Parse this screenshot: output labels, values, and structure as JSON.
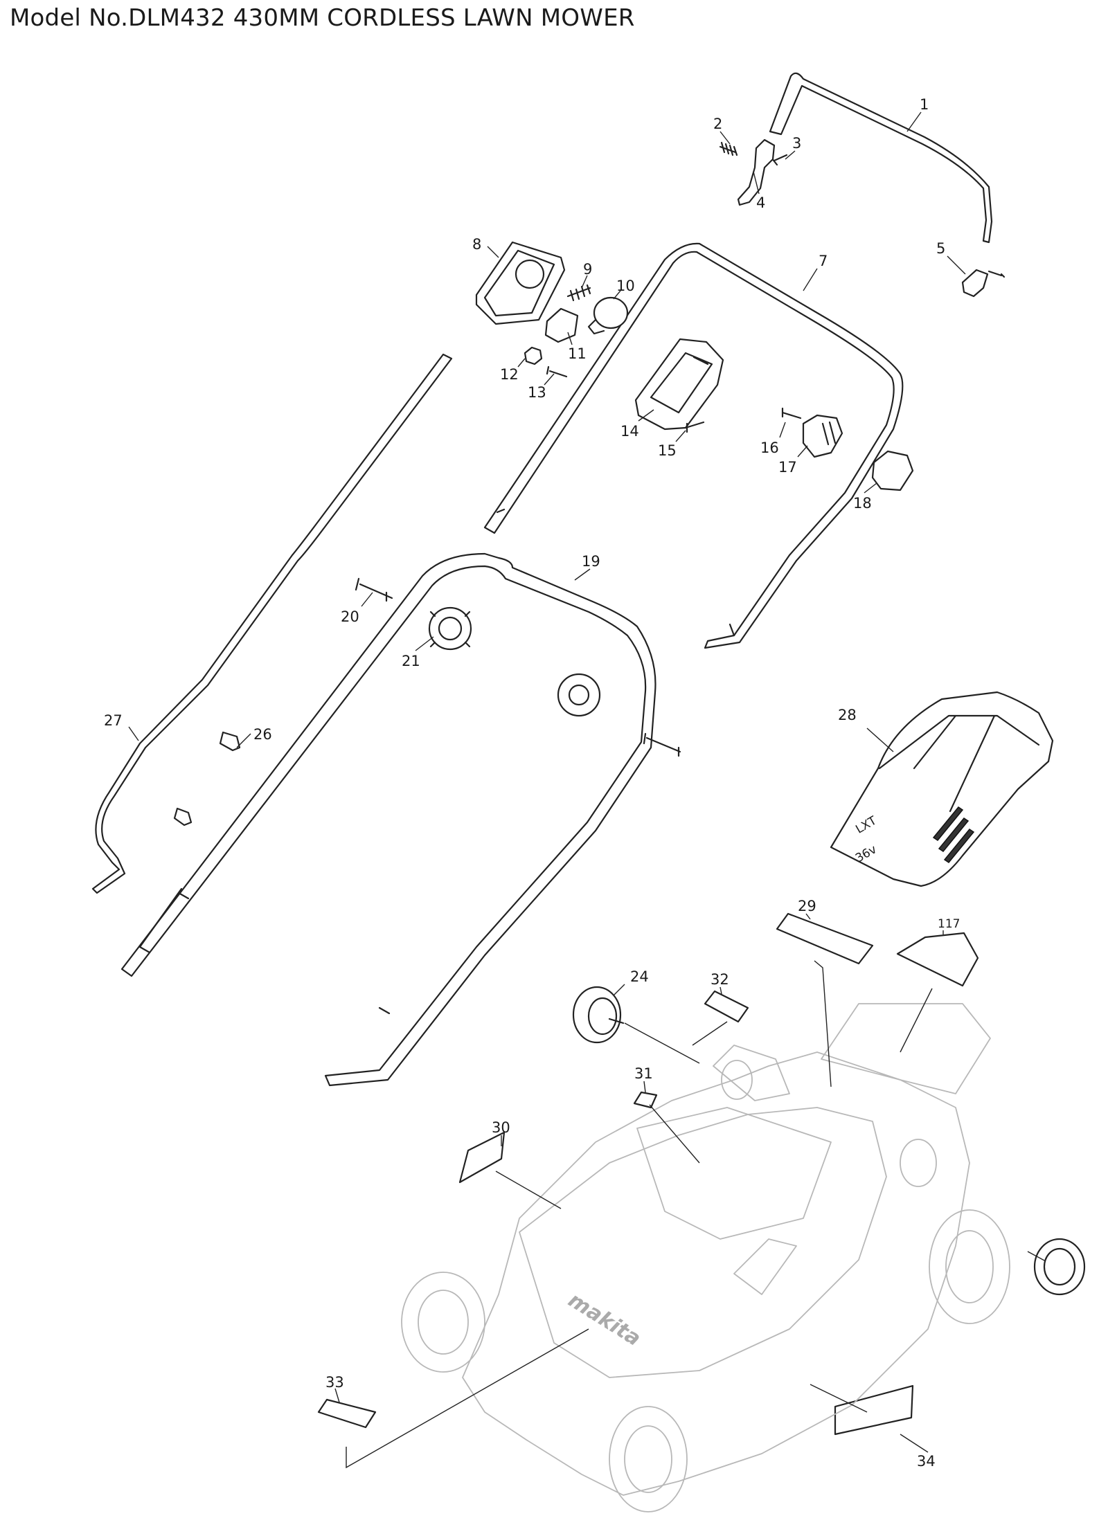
{
  "title": "Model No.DLM432 430MM CORDLESS LAWN MOWER",
  "callouts": [
    {
      "id": "p1",
      "label": "1"
    },
    {
      "id": "p2",
      "label": "2"
    },
    {
      "id": "p3",
      "label": "3"
    },
    {
      "id": "p4",
      "label": "4"
    },
    {
      "id": "p5",
      "label": "5"
    },
    {
      "id": "p7",
      "label": "7"
    },
    {
      "id": "p8",
      "label": "8"
    },
    {
      "id": "p9",
      "label": "9"
    },
    {
      "id": "p10",
      "label": "10"
    },
    {
      "id": "p11",
      "label": "11"
    },
    {
      "id": "p12",
      "label": "12"
    },
    {
      "id": "p13",
      "label": "13"
    },
    {
      "id": "p14",
      "label": "14"
    },
    {
      "id": "p15",
      "label": "15"
    },
    {
      "id": "p16",
      "label": "16"
    },
    {
      "id": "p17",
      "label": "17"
    },
    {
      "id": "p18",
      "label": "18"
    },
    {
      "id": "p19",
      "label": "19"
    },
    {
      "id": "p20",
      "label": "20"
    },
    {
      "id": "p21",
      "label": "21"
    },
    {
      "id": "p24",
      "label": "24"
    },
    {
      "id": "p26",
      "label": "26"
    },
    {
      "id": "p27",
      "label": "27"
    },
    {
      "id": "p28",
      "label": "28"
    },
    {
      "id": "p29",
      "label": "29"
    },
    {
      "id": "p30",
      "label": "30"
    },
    {
      "id": "p31",
      "label": "31"
    },
    {
      "id": "p32",
      "label": "32"
    },
    {
      "id": "p33",
      "label": "33"
    },
    {
      "id": "p34",
      "label": "34"
    },
    {
      "id": "p117",
      "label": "117"
    }
  ],
  "logo_text": "makita",
  "cover_marks": {
    "battery_mark": "LXT",
    "voltage": "36v"
  }
}
